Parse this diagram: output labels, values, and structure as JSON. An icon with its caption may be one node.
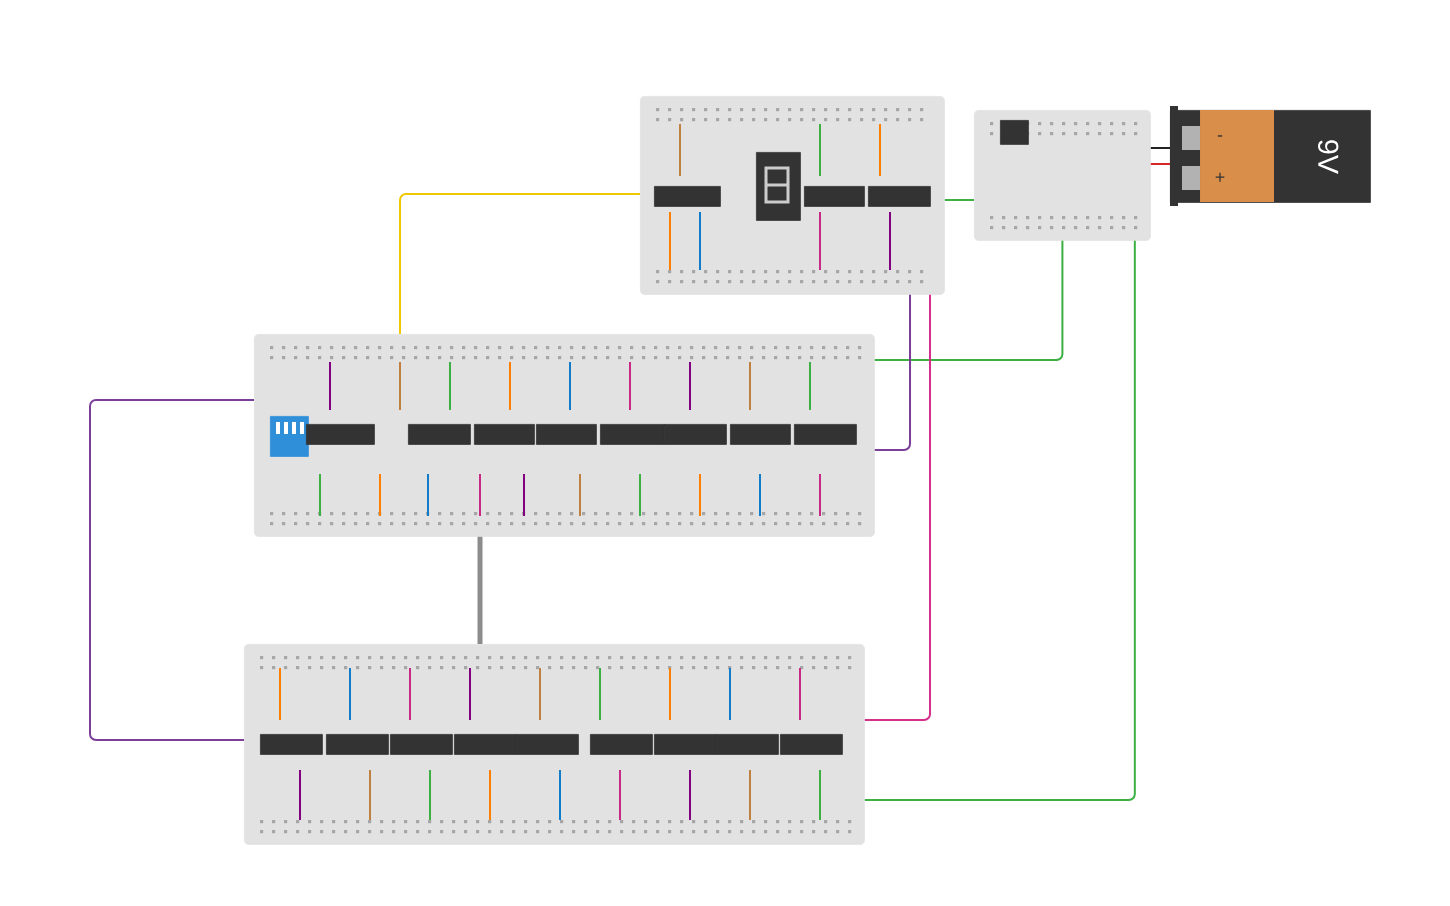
{
  "diagram": {
    "nodes": [
      {
        "text": [],
        "shape": "box"
      },
      {
        "text": [],
        "shape": "display",
        "in": 0
      },
      {
        "text": [],
        "shape": "box",
        "in": 0
      },
      {
        "text": [],
        "shape": "box",
        "in": 0
      },
      {
        "text": [],
        "shape": "box",
        "in": 0
      },
      {
        "text": [],
        "shape": "box"
      },
      {
        "text": [],
        "shape": "box",
        "in": 5
      },
      {
        "text": [
          "9V"
        ]
      },
      {
        "text": [],
        "shape": "box"
      },
      {
        "text": [],
        "shape": "switch",
        "in": 8
      },
      {
        "text": [],
        "shape": "box",
        "in": 8
      },
      {
        "text": [],
        "shape": "box",
        "in": 8
      },
      {
        "text": [],
        "shape": "box",
        "in": 8
      },
      {
        "text": [],
        "shape": "box",
        "in": 8
      },
      {
        "text": [],
        "shape": "box",
        "in": 8
      },
      {
        "text": [],
        "shape": "box",
        "in": 8
      },
      {
        "text": [],
        "shape": "box",
        "in": 8
      },
      {
        "text": [],
        "shape": "box",
        "in": 8
      },
      {
        "text": [],
        "shape": "box"
      },
      {
        "text": [],
        "shape": "box",
        "in": 18
      },
      {
        "text": [],
        "shape": "box",
        "in": 18
      },
      {
        "text": [],
        "shape": "box",
        "in": 18
      },
      {
        "text": [],
        "shape": "box",
        "in": 18
      },
      {
        "text": [],
        "shape": "box",
        "in": 18
      },
      {
        "text": [],
        "shape": "box",
        "in": 18
      },
      {
        "text": [],
        "shape": "box",
        "in": 18
      },
      {
        "text": [],
        "shape": "box",
        "in": 18
      },
      {
        "text": [],
        "shape": "box",
        "in": 18
      }
    ],
    "edges": [
      {
        "from": 7,
        "to": 5,
        "arrow": "none",
        "color": "#222222"
      },
      {
        "from": 7,
        "to": 5,
        "arrow": "none",
        "color": "#d62728"
      },
      {
        "from": 5,
        "to": 0,
        "arrow": "none"
      },
      {
        "from": 5,
        "to": 8,
        "arrow": "none"
      },
      {
        "from": 5,
        "to": 18,
        "arrow": "none"
      },
      {
        "from": 0,
        "to": 8,
        "arrow": "none",
        "color": "#f0c800"
      },
      {
        "from": 0,
        "to": 8,
        "arrow": "none",
        "color": "#7b3f98"
      },
      {
        "from": 8,
        "to": 18,
        "arrow": "none",
        "color": "#8c8c8c",
        "style": "thick"
      },
      {
        "from": 8,
        "to": 18,
        "arrow": "none",
        "color": "#7b3f98"
      },
      {
        "from": 0,
        "to": 18,
        "arrow": "none",
        "color": "#d4308c"
      }
    ],
    "labels": [
      "-",
      "+"
    ]
  }
}
